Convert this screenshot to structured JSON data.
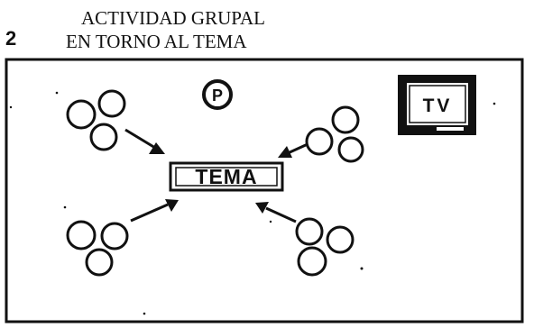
{
  "header": {
    "corner_mark": "2",
    "title_line1": "ACTIVIDAD GRUPAL",
    "title_line2": "EN TORNO AL TEMA"
  },
  "diagram": {
    "topic_label": "TEMA",
    "presenter_label": "P",
    "screen_label": "TV",
    "groups": [
      {
        "id": "top-left",
        "members": 3
      },
      {
        "id": "top-right",
        "members": 3
      },
      {
        "id": "bottom-left",
        "members": 3
      },
      {
        "id": "bottom-right",
        "members": 3
      }
    ]
  }
}
